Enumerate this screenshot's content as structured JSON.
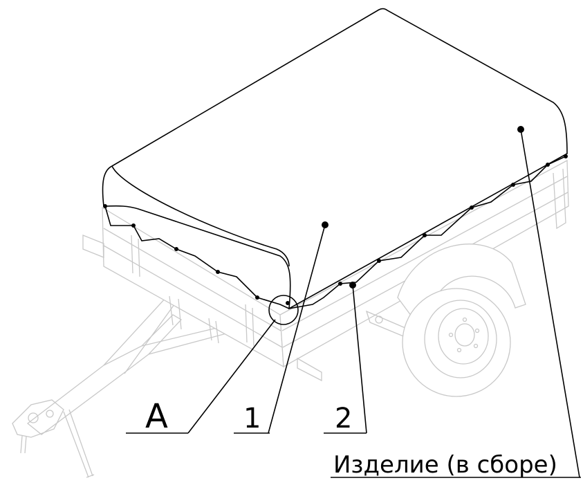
{
  "drawing": {
    "callouts": [
      {
        "id": "detail-a",
        "text": "А"
      },
      {
        "id": "part-1",
        "text": "1"
      },
      {
        "id": "part-2",
        "text": "2"
      }
    ],
    "caption": "Изделие (в сборе)"
  },
  "colors": {
    "ink": "#000000",
    "ghost": "#c8c8c8",
    "background": "#ffffff"
  }
}
